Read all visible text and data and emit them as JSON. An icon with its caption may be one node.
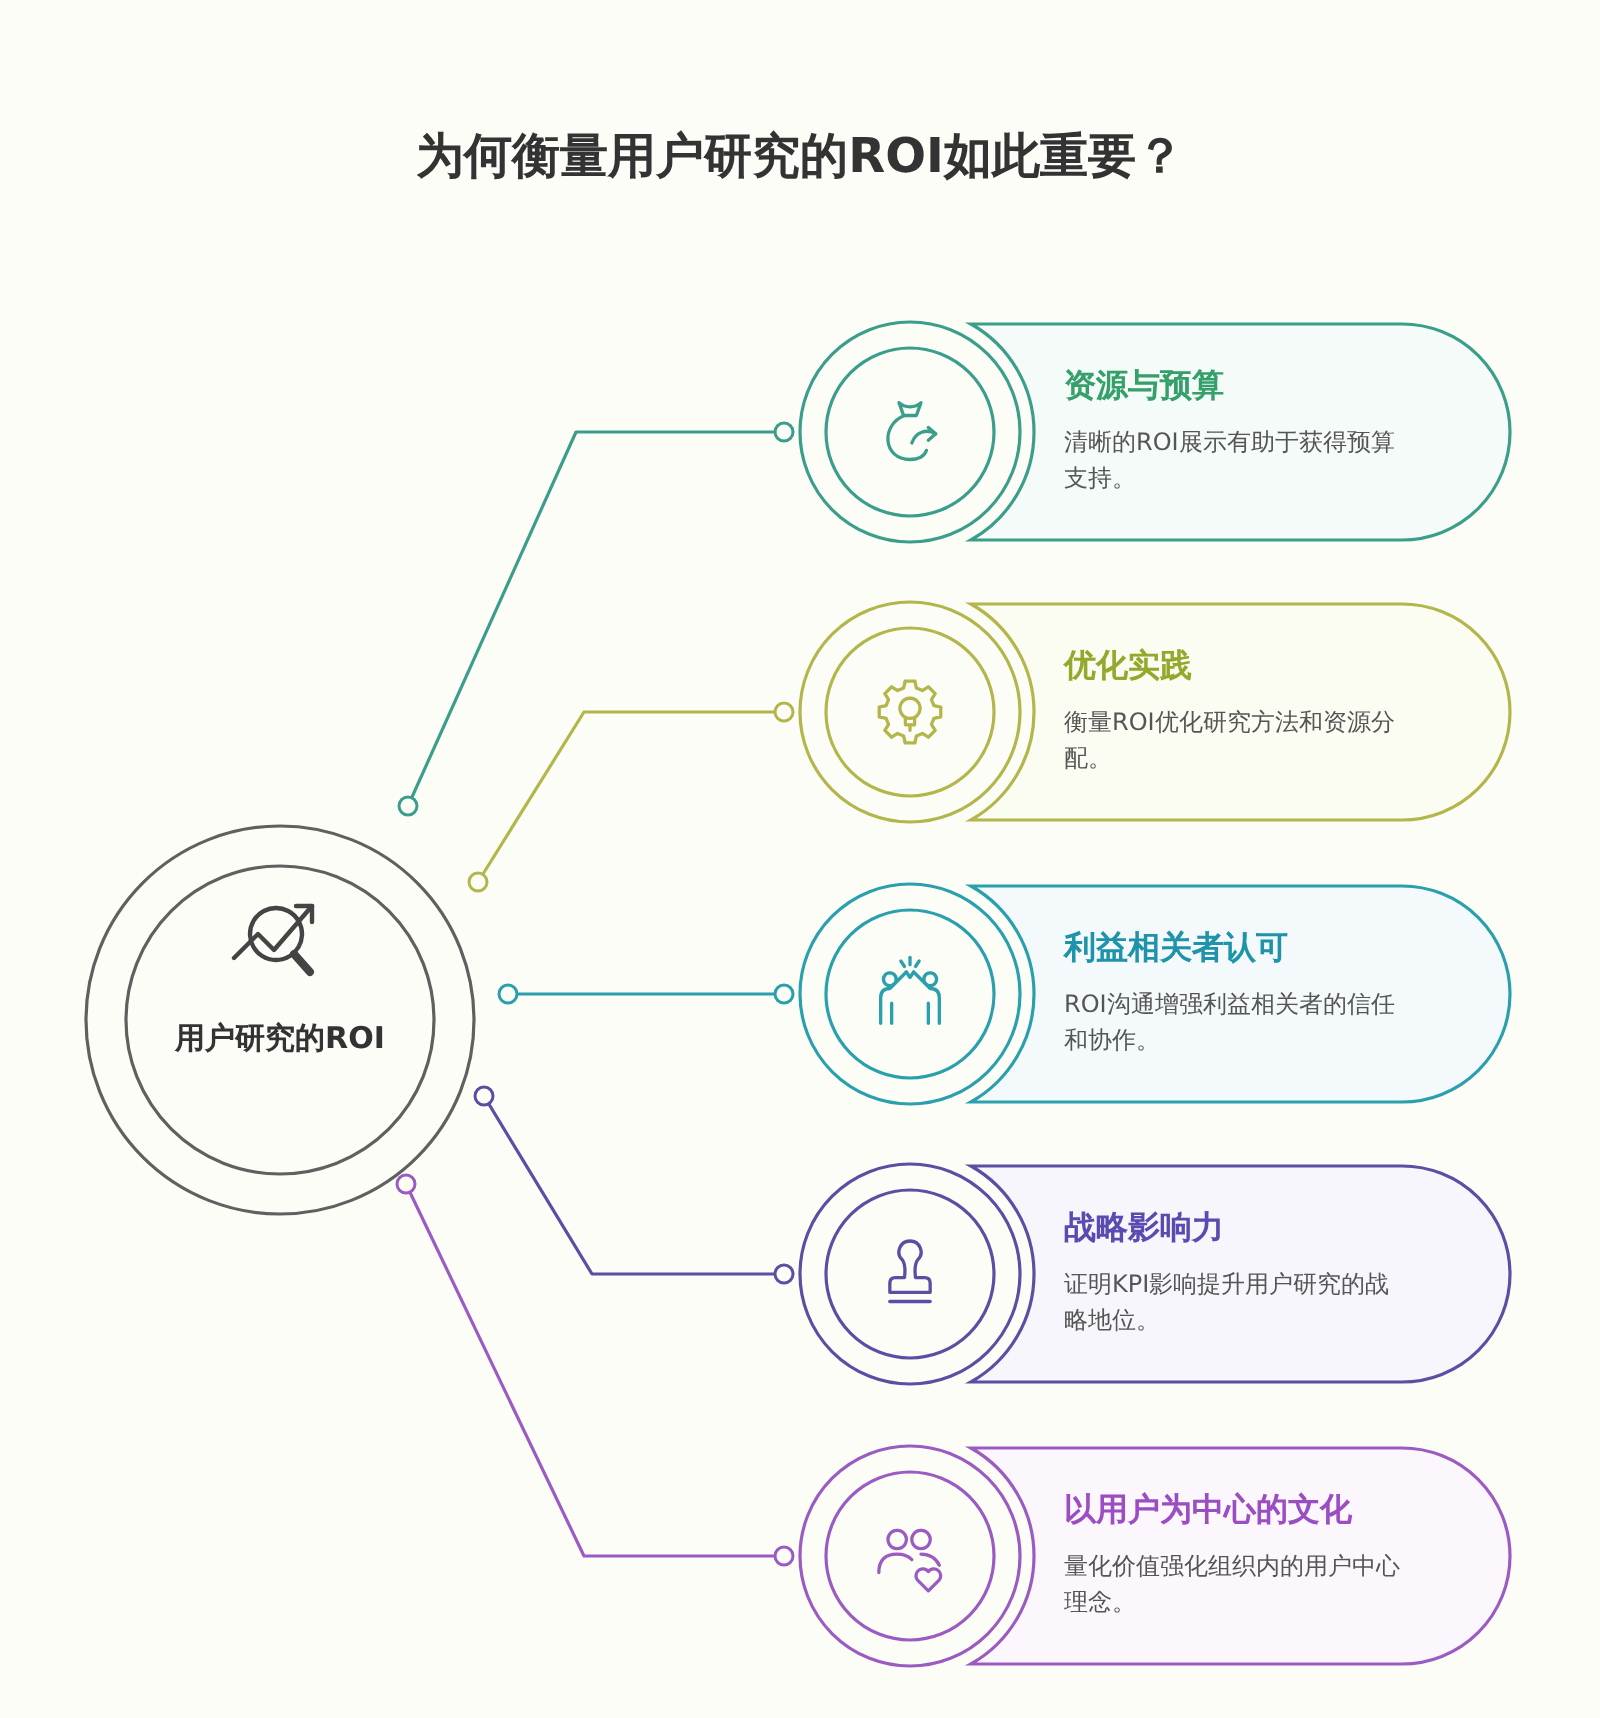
{
  "diagram": {
    "title": "为何衡量用户研究的ROI如此重要？",
    "nodes": [
      {
        "text": [
          "用户研究的ROI"
        ]
      },
      {
        "text": [
          "资源与预算",
          "清晰的ROI展示有助于获得预算支持。"
        ]
      },
      {
        "text": [
          "优化实践",
          "衡量ROI优化研究方法和资源分配。"
        ]
      },
      {
        "text": [
          "利益相关者认可",
          "ROI沟通增强利益相关者的信任和协作。"
        ]
      },
      {
        "text": [
          "战略影响力",
          "证明KPI影响提升用户研究的战略地位。"
        ]
      },
      {
        "text": [
          "以用户为中心的文化",
          "量化价值强化组织内的用户中心理念。"
        ]
      }
    ],
    "edges": [
      {
        "from": 0,
        "to": 1,
        "arrow": "other",
        "color": "#3a9e8a"
      },
      {
        "from": 0,
        "to": 2,
        "arrow": "other",
        "color": "#b3b64a"
      },
      {
        "from": 0,
        "to": 3,
        "arrow": "other",
        "color": "#2aa0ad"
      },
      {
        "from": 0,
        "to": 4,
        "arrow": "other",
        "color": "#5a4fa3"
      },
      {
        "from": 0,
        "to": 5,
        "arrow": "other",
        "color": "#9a5cc2"
      }
    ]
  }
}
